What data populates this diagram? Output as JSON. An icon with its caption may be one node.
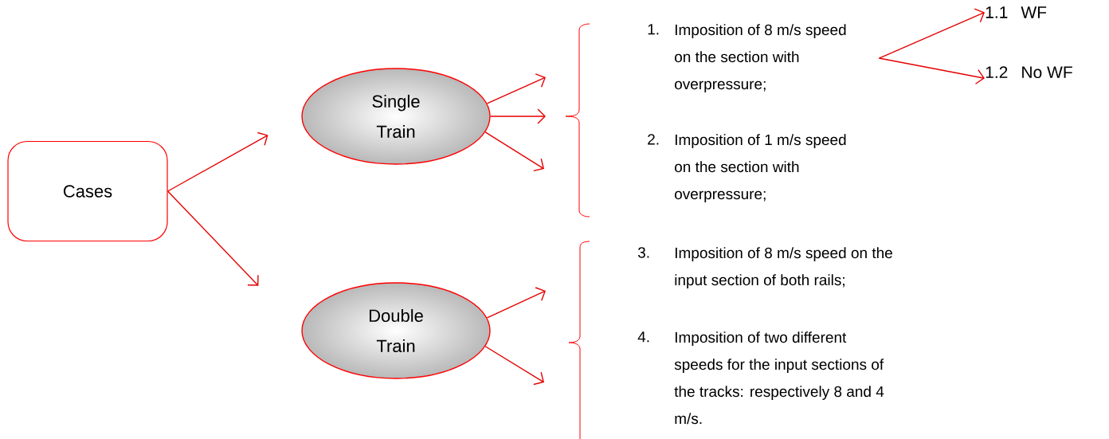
{
  "diagram": {
    "nodes": [
      {
        "text": [
          "Cases"
        ]
      },
      {
        "text": [
          "Single Train"
        ]
      },
      {
        "text": [
          "Double Train"
        ]
      },
      {
        "text": [
          "1.",
          "Imposition of 8 m/s speed on the section with overpressure;"
        ]
      },
      {
        "text": [
          "2.",
          "Imposition of 1 m/s speed on the section with overpressure;"
        ]
      },
      {
        "text": [
          "3.",
          "Imposition of 8 m/s speed on the input section of both rails;"
        ]
      },
      {
        "text": [
          "4.",
          "Imposition of two different speeds for the input sections of the tracks: respectively 8 and 4 m/s."
        ]
      },
      {
        "text": [
          "1.1",
          "WF"
        ]
      },
      {
        "text": [
          "1.2",
          "No WF"
        ]
      }
    ],
    "edges": [
      {
        "from": 0,
        "to": 1,
        "arrow": "to"
      },
      {
        "from": 0,
        "to": 2,
        "arrow": "to"
      },
      {
        "from": 1,
        "to": null,
        "arrow": "to"
      },
      {
        "from": 1,
        "to": null,
        "arrow": "to"
      },
      {
        "from": 1,
        "to": null,
        "arrow": "to"
      },
      {
        "from": 2,
        "to": null,
        "arrow": "to"
      },
      {
        "from": 2,
        "to": null,
        "arrow": "to"
      },
      {
        "from": 3,
        "to": 7,
        "arrow": "to"
      },
      {
        "from": 3,
        "to": 8,
        "arrow": "to"
      }
    ]
  }
}
